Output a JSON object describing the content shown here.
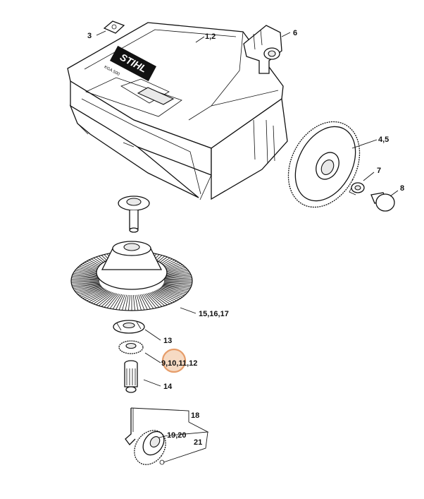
{
  "diagram": {
    "brand_logo": "STIHL",
    "model_mark": "KGA 500",
    "callouts": [
      {
        "id": "c3",
        "text": "3"
      },
      {
        "id": "c12",
        "text": "1,2"
      },
      {
        "id": "c6",
        "text": "6"
      },
      {
        "id": "c45",
        "text": "4,5"
      },
      {
        "id": "c7",
        "text": "7"
      },
      {
        "id": "c8",
        "text": "8"
      },
      {
        "id": "c151617",
        "text": "15,16,17"
      },
      {
        "id": "c13",
        "text": "13"
      },
      {
        "id": "c9101112",
        "text": "9,10,11,12"
      },
      {
        "id": "c14",
        "text": "14"
      },
      {
        "id": "c18",
        "text": "18"
      },
      {
        "id": "c1920",
        "text": "19,20"
      },
      {
        "id": "c21",
        "text": "21"
      }
    ],
    "highlight": {
      "target": "9",
      "color": "#e4935a"
    }
  }
}
